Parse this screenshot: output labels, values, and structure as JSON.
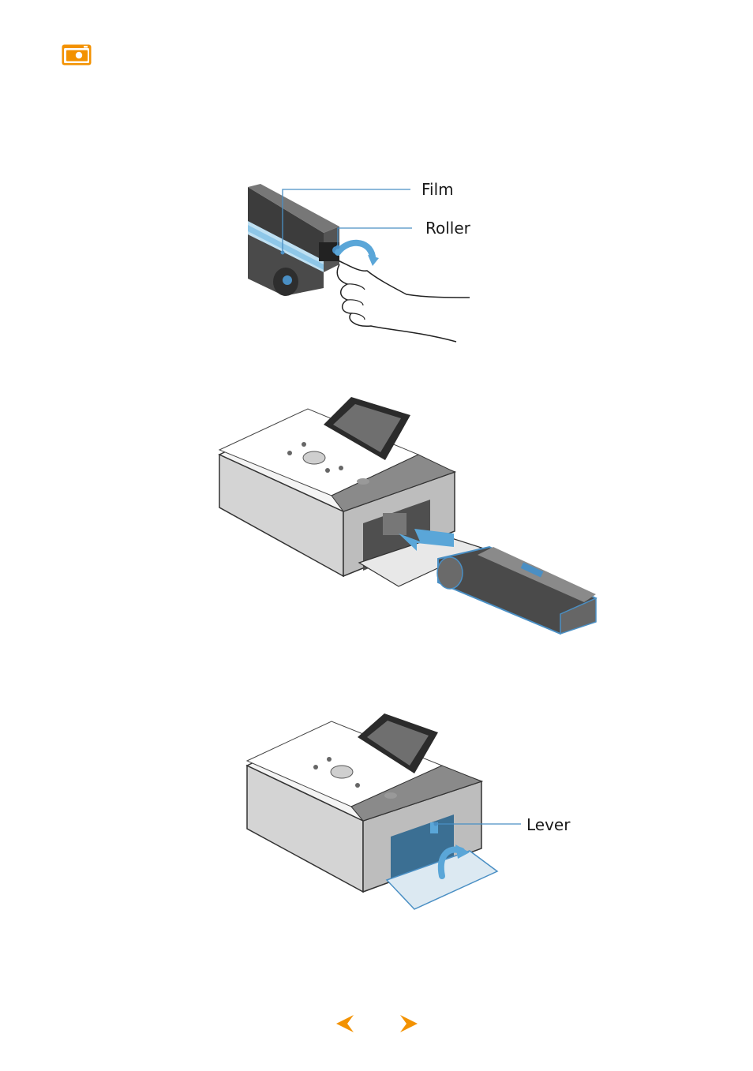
{
  "header": {
    "icon": "camera-icon",
    "icon_color": "#f39200"
  },
  "illustrations": {
    "film_cartridge": {
      "film_label": "Film",
      "roller_label": "Roller"
    },
    "insert_cartridge": {},
    "close_cover": {
      "lever_label": "Lever"
    }
  },
  "navigation": {
    "prev_icon": "chevron-left-icon",
    "next_icon": "chevron-right-icon",
    "accent_color": "#f39200"
  },
  "colors": {
    "callout_line": "#4a8fc4",
    "highlight_blue": "#5aa6d8",
    "printer_gray": "#c9c9c9"
  }
}
